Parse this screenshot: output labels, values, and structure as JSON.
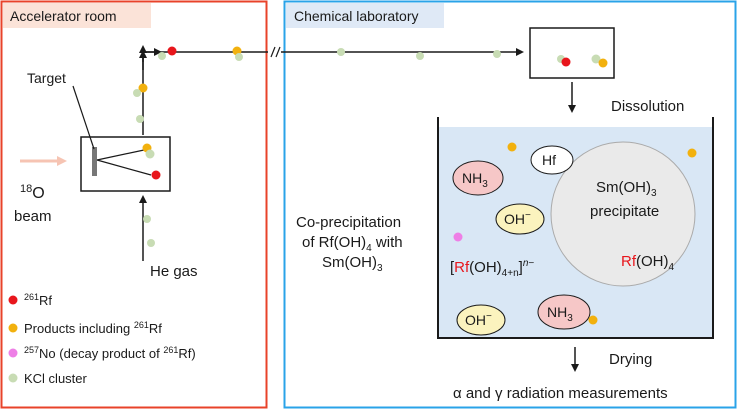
{
  "panels": {
    "accelerator": {
      "title": "Accelerator room",
      "border_color": "#e8432a",
      "tab_color": "#fbe3d8"
    },
    "chemistry": {
      "title": "Chemical laboratory",
      "border_color": "#2aa3e8",
      "tab_color": "#dfe9f6"
    }
  },
  "labels": {
    "target": "Target",
    "beam_isotope_mass": "18",
    "beam_isotope_element": "O",
    "beam_word": "beam",
    "he_gas": "He gas",
    "dissolution": "Dissolution",
    "drying": "Drying",
    "coprecip_line1": "Co-precipitation",
    "coprecip_line2_pre": "of Rf(OH)",
    "coprecip_line2_sub": "4",
    "coprecip_line2_post": " with",
    "coprecip_line3_pre": "Sm(OH)",
    "coprecip_line3_sub": "3",
    "measurements": "α and γ radiation measurements"
  },
  "beaker": {
    "nh3_main": "NH",
    "nh3_sub": "3",
    "hf": "Hf",
    "oh": "OH",
    "oh_sup": "−",
    "complex_open": "[",
    "complex_rf": "Rf",
    "complex_mid": "(OH)",
    "complex_sub": "4+n",
    "complex_close": "]",
    "complex_sup_n": "n",
    "complex_sup_minus": "−",
    "precip_line1_pre": "Sm(OH)",
    "precip_line1_sub": "3",
    "precip_line2": "precipitate",
    "rfoh4_rf": "Rf",
    "rfoh4_rest": "(OH)",
    "rfoh4_sub": "4"
  },
  "legend": [
    {
      "pre": "",
      "sup": "261",
      "post": "Rf",
      "color": "#e8161c"
    },
    {
      "pre": "Products including ",
      "sup": "261",
      "post": "Rf",
      "color": "#f2b10e"
    },
    {
      "pre": "",
      "sup": "257",
      "post": "No (decay product of ",
      "sup2": "261",
      "post2": "Rf)",
      "color": "#ee7fe6"
    },
    {
      "pre": "KCl cluster",
      "sup": "",
      "post": "",
      "color": "#c8dcb4"
    }
  ],
  "colors": {
    "rf": "#e8161c",
    "products": "#f2b10e",
    "no": "#ee7fe6",
    "kcl": "#c8dcb4",
    "beaker_fill": "#d9e7f5",
    "nh3_fill": "#f6c7c7",
    "oh_fill": "#fbf3be",
    "precip_fill": "#eaeaea",
    "rf_text": "#e8161c",
    "beam_arrow": "#f6c4b3"
  }
}
